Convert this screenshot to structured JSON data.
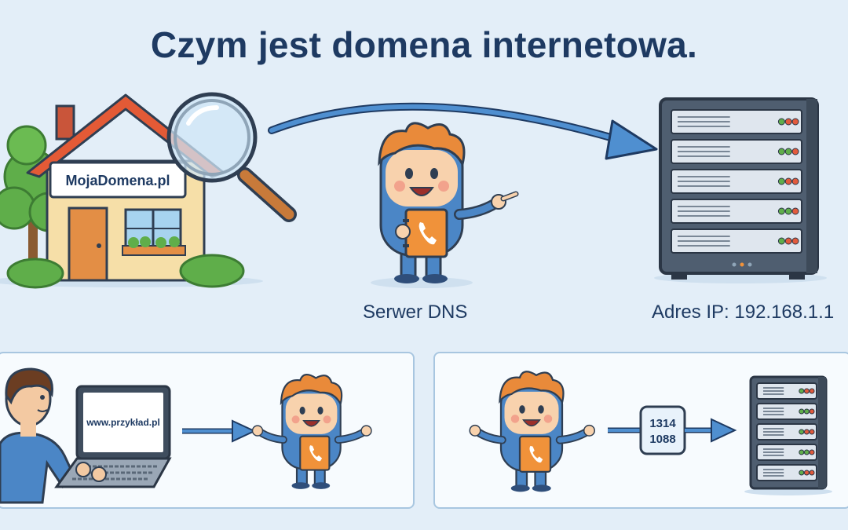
{
  "title": "Czym jest domena internetowa.",
  "house": {
    "sign_label": "MojaDomena.pl"
  },
  "dns": {
    "caption": "Serwer DNS"
  },
  "server": {
    "caption": "Adres IP: 192.168.1.1"
  },
  "panel_left": {
    "browser_url": "www.przykład.pl"
  },
  "panel_right": {
    "ip_card_line1": "1314",
    "ip_card_line2": "1088"
  },
  "colors": {
    "background": "#e3eef8",
    "title": "#1e3a62",
    "arrow": "#3a78b8",
    "server": "#4f5e70",
    "character_body": "#4b86c6",
    "character_hair": "#e98a3a",
    "phonebook": "#f0923a",
    "house_wall": "#f6dfa8",
    "roof": "#e35a36"
  },
  "icons": [
    "magnifier-icon",
    "phone-icon",
    "server-icon",
    "house-icon",
    "laptop-icon",
    "tree-icon"
  ]
}
